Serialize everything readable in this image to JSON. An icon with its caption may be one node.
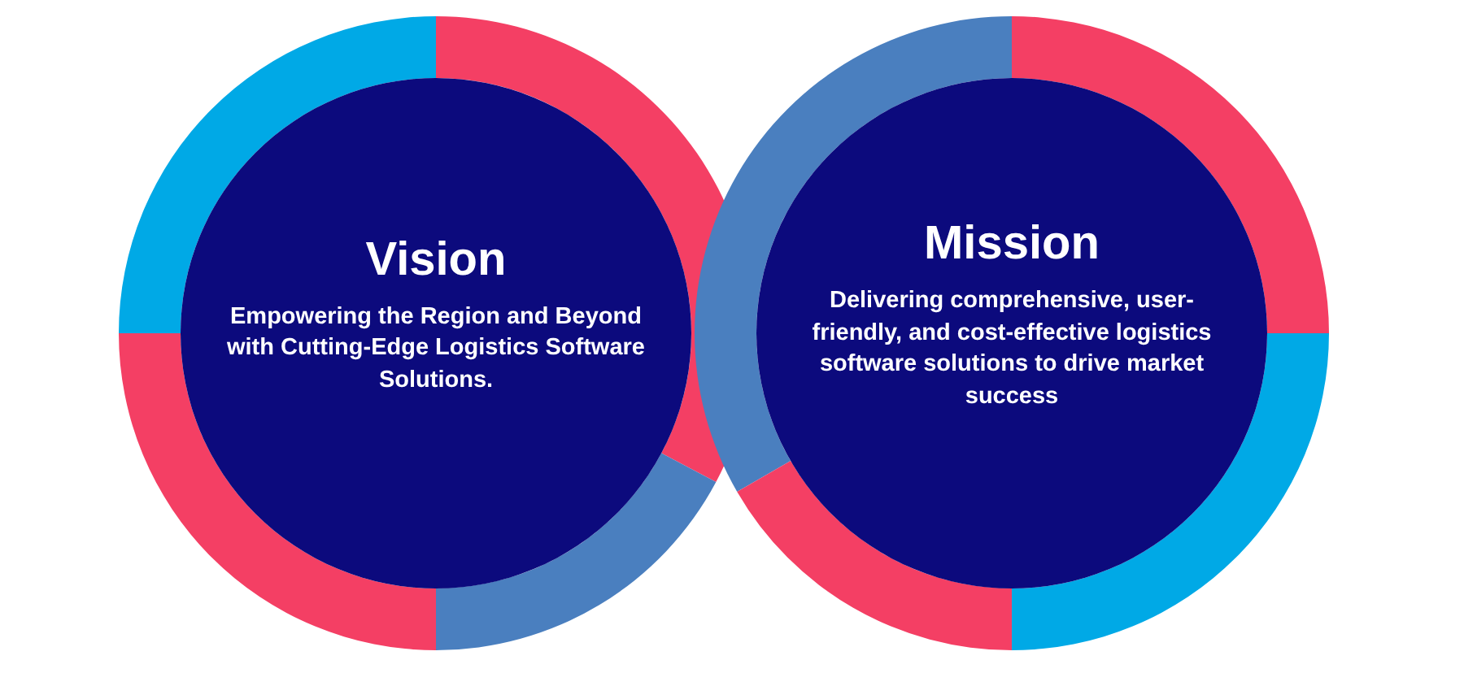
{
  "diagram": {
    "nodes": [
      {
        "text": [
          "Vision",
          "Empowering the Region and Beyond with Cutting-Edge Logistics Software Solutions."
        ]
      },
      {
        "text": [
          "Mission",
          "Delivering comprehensive, user-friendly, and cost-effective logistics software solutions to drive market success"
        ]
      }
    ]
  }
}
